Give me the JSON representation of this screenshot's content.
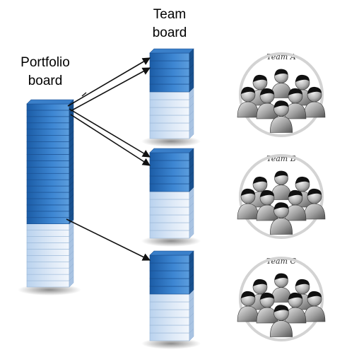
{
  "labels": {
    "portfolio": [
      "Portfolio",
      "board"
    ],
    "team": [
      "Team",
      "board"
    ]
  },
  "teams": [
    {
      "name": "Team A"
    },
    {
      "name": "Team B"
    },
    {
      "name": "Team C"
    }
  ],
  "colors": {
    "dark_blue": "#1f63ad",
    "mid_blue": "#4b8fd6",
    "light_blue": "#d2e3f5",
    "pale_blue": "#eef4fb",
    "person_dark": "#1a1a1a",
    "person_mid": "#8a8a8a",
    "person_light": "#d9d9d9",
    "ring": "#d6d6d6",
    "arrow": "#111111"
  },
  "boards": {
    "portfolio": {
      "dark_slices": 19,
      "light_slices": 10
    },
    "team": {
      "dark_slices": 5,
      "light_slices": 6
    }
  }
}
